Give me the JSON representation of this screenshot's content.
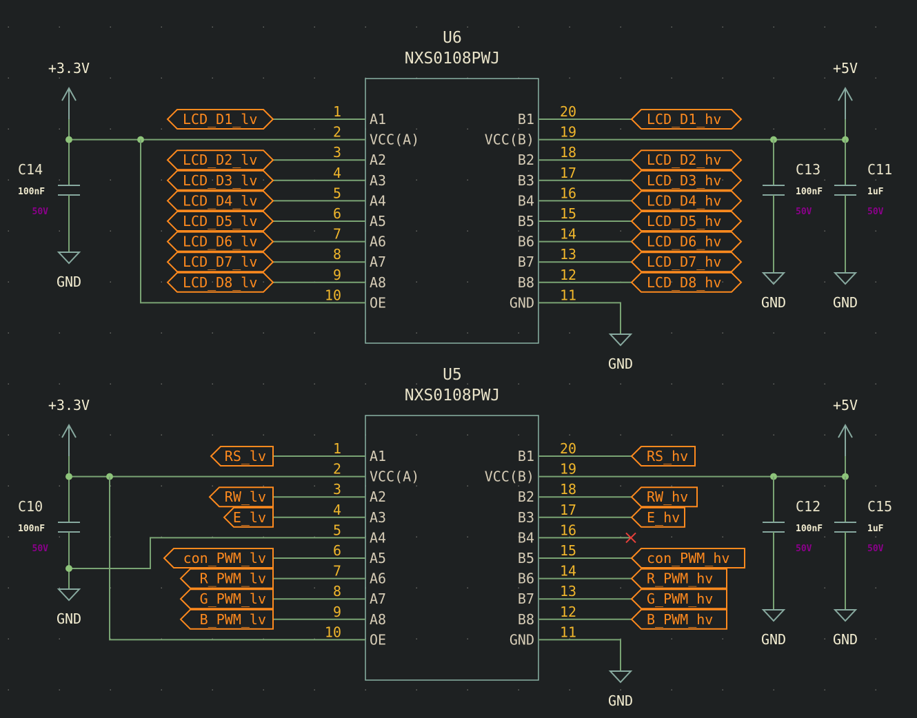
{
  "colors": {
    "background": "#1e2122",
    "wire": "#7aa474",
    "junction": "#8ec47a",
    "component_outline": "#8ab2a4",
    "pin_number": "#f0b62c",
    "pin_name": "#d6ccb6",
    "reference": "#e8e2c8",
    "global_label": "#ff8a1e",
    "voltage_rating": "#8a008a",
    "no_connect": "#e8403a"
  },
  "ics": [
    {
      "ref": "U6",
      "value": "NXS0108PWJ",
      "left_pins": [
        {
          "num": "1",
          "name": "A1",
          "net": "LCD_D1_lv"
        },
        {
          "num": "2",
          "name": "VCC(A)",
          "net": "+3.3V"
        },
        {
          "num": "3",
          "name": "A2",
          "net": "LCD_D2_lv"
        },
        {
          "num": "4",
          "name": "A3",
          "net": "LCD_D3_lv"
        },
        {
          "num": "5",
          "name": "A4",
          "net": "LCD_D4_lv"
        },
        {
          "num": "6",
          "name": "A5",
          "net": "LCD_D5_lv"
        },
        {
          "num": "7",
          "name": "A6",
          "net": "LCD_D6_lv"
        },
        {
          "num": "8",
          "name": "A7",
          "net": "LCD_D7_lv"
        },
        {
          "num": "9",
          "name": "A8",
          "net": "LCD_D8_lv"
        },
        {
          "num": "10",
          "name": "OE",
          "net": "+3.3V"
        }
      ],
      "right_pins": [
        {
          "num": "20",
          "name": "B1",
          "net": "LCD_D1_hv"
        },
        {
          "num": "19",
          "name": "VCC(B)",
          "net": "+5V"
        },
        {
          "num": "18",
          "name": "B2",
          "net": "LCD_D2_hv"
        },
        {
          "num": "17",
          "name": "B3",
          "net": "LCD_D3_hv"
        },
        {
          "num": "16",
          "name": "B4",
          "net": "LCD_D4_hv"
        },
        {
          "num": "15",
          "name": "B5",
          "net": "LCD_D5_hv"
        },
        {
          "num": "14",
          "name": "B6",
          "net": "LCD_D6_hv"
        },
        {
          "num": "13",
          "name": "B7",
          "net": "LCD_D7_hv"
        },
        {
          "num": "12",
          "name": "B8",
          "net": "LCD_D8_hv"
        },
        {
          "num": "11",
          "name": "GND",
          "net": "GND"
        }
      ],
      "left_labels": [
        "LCD_D1_lv",
        "LCD_D2_lv",
        "LCD_D3_lv",
        "LCD_D4_lv",
        "LCD_D5_lv",
        "LCD_D6_lv",
        "LCD_D7_lv",
        "LCD_D8_lv"
      ],
      "right_labels": [
        "LCD_D1_hv",
        "LCD_D2_hv",
        "LCD_D3_hv",
        "LCD_D4_hv",
        "LCD_D5_hv",
        "LCD_D6_hv",
        "LCD_D7_hv",
        "LCD_D8_hv"
      ],
      "gnd_label": "GND",
      "left_power": {
        "label": "+3.3V",
        "gnd": "GND",
        "cap": {
          "ref": "C14",
          "value": "100nF",
          "voltage": "50V"
        }
      },
      "right_power": {
        "label": "+5V",
        "caps": [
          {
            "ref": "C13",
            "value": "100nF",
            "voltage": "50V",
            "gnd": "GND"
          },
          {
            "ref": "C11",
            "value": "1uF",
            "voltage": "50V",
            "gnd": "GND"
          }
        ]
      }
    },
    {
      "ref": "U5",
      "value": "NXS0108PWJ",
      "left_pins": [
        {
          "num": "1",
          "name": "A1",
          "net": "RS_lv"
        },
        {
          "num": "2",
          "name": "VCC(A)",
          "net": "+3.3V"
        },
        {
          "num": "3",
          "name": "A2",
          "net": "RW_lv"
        },
        {
          "num": "4",
          "name": "A3",
          "net": "E_lv"
        },
        {
          "num": "5",
          "name": "A4",
          "net": "GND"
        },
        {
          "num": "6",
          "name": "A5",
          "net": "con_PWM_lv"
        },
        {
          "num": "7",
          "name": "A6",
          "net": "R_PWM_lv"
        },
        {
          "num": "8",
          "name": "A7",
          "net": "G_PWM_lv"
        },
        {
          "num": "9",
          "name": "A8",
          "net": "B_PWM_lv"
        },
        {
          "num": "10",
          "name": "OE",
          "net": "+3.3V"
        }
      ],
      "right_pins": [
        {
          "num": "20",
          "name": "B1",
          "net": "RS_hv"
        },
        {
          "num": "19",
          "name": "VCC(B)",
          "net": "+5V"
        },
        {
          "num": "18",
          "name": "B2",
          "net": "RW_hv"
        },
        {
          "num": "17",
          "name": "B3",
          "net": "E_hv"
        },
        {
          "num": "16",
          "name": "B4",
          "net": "no-connect"
        },
        {
          "num": "15",
          "name": "B5",
          "net": "con_PWM_hv"
        },
        {
          "num": "14",
          "name": "B6",
          "net": "R_PWM_hv"
        },
        {
          "num": "13",
          "name": "B7",
          "net": "G_PWM_hv"
        },
        {
          "num": "12",
          "name": "B8",
          "net": "B_PWM_hv"
        },
        {
          "num": "11",
          "name": "GND",
          "net": "GND"
        }
      ],
      "left_labels": [
        "RS_lv",
        "RW_lv",
        "E_lv",
        "con_PWM_lv",
        "R_PWM_lv",
        "G_PWM_lv",
        "B_PWM_lv"
      ],
      "right_labels": [
        "RS_hv",
        "RW_hv",
        "E_hv",
        "con_PWM_hv",
        "R_PWM_hv",
        "G_PWM_hv",
        "B_PWM_hv"
      ],
      "gnd_label": "GND",
      "left_power": {
        "label": "+3.3V",
        "gnd": "GND",
        "cap": {
          "ref": "C10",
          "value": "100nF",
          "voltage": "50V"
        }
      },
      "right_power": {
        "label": "+5V",
        "caps": [
          {
            "ref": "C12",
            "value": "100nF",
            "voltage": "50V",
            "gnd": "GND"
          },
          {
            "ref": "C15",
            "value": "1uF",
            "voltage": "50V",
            "gnd": "GND"
          }
        ]
      }
    }
  ]
}
